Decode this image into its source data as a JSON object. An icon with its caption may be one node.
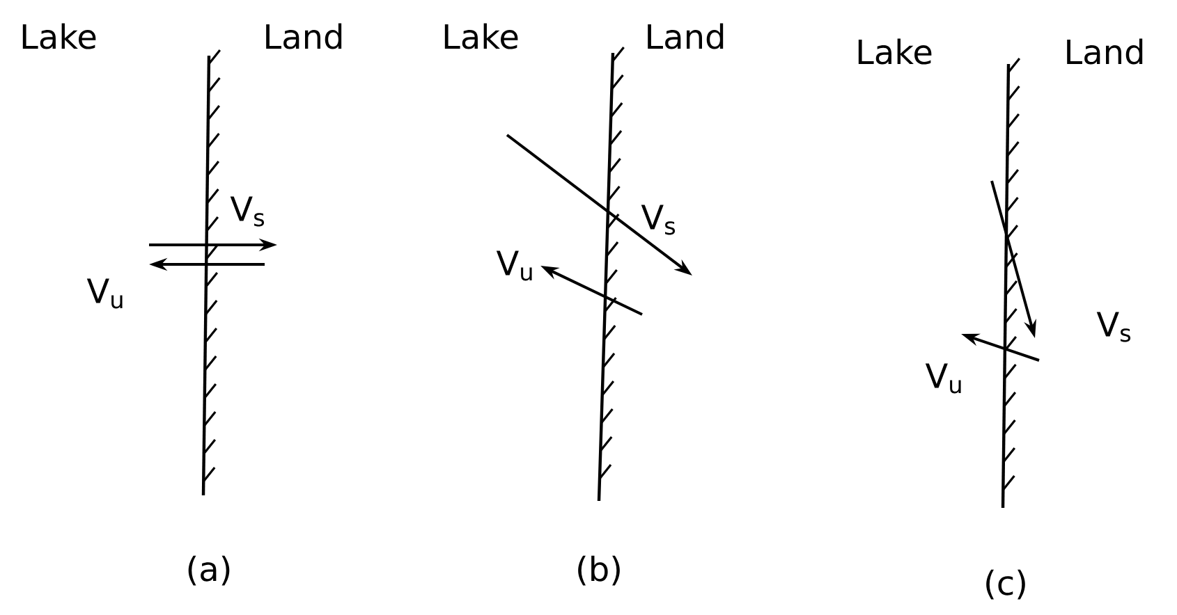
{
  "diagram": {
    "labels": [
      "Lake",
      "Land",
      "Lake",
      "Land",
      "Lake",
      "Land",
      "V$_{s}$",
      "V$_{u}$",
      "V$_{s}$",
      "V$_{u}$",
      "V$_{u}$",
      "V$_{s}$",
      "(a)",
      "(b)",
      "(c)"
    ]
  }
}
